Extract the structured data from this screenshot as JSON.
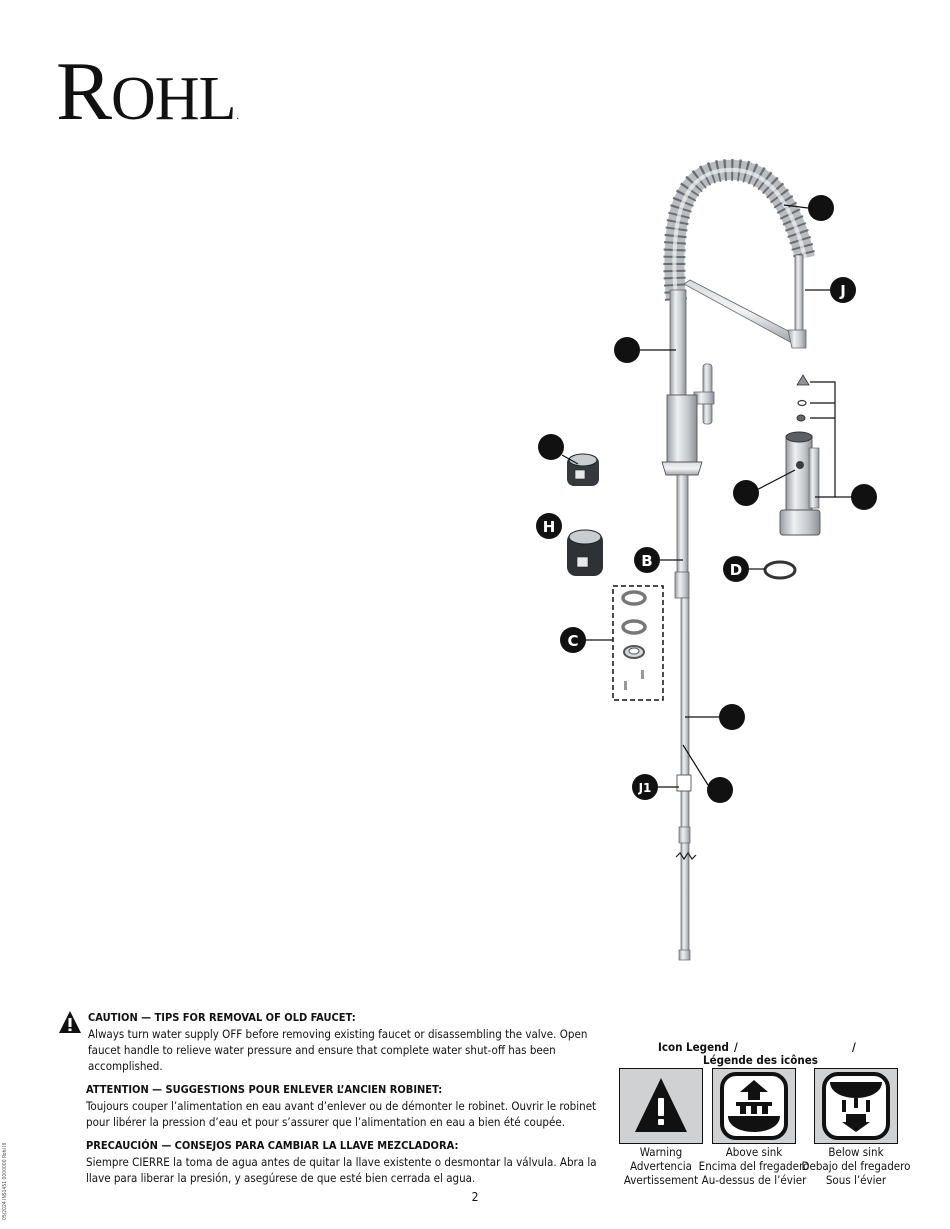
{
  "brand": {
    "logo_initial": "R",
    "logo_rest": "OHL",
    "logo_mark": "."
  },
  "diagram_labels": {
    "B": "B",
    "C": "C",
    "D": "D",
    "H": "H",
    "J": "J",
    "J1": "J1"
  },
  "caution": {
    "en_title": "CAUTION — TIPS FOR REMOVAL OF OLD FAUCET:",
    "en_text": "Always turn water supply OFF before removing existing faucet or disassembling the valve. Open faucet handle to relieve water pressure and ensure that complete water shut-off has been accomplished.",
    "fr_title": "ATTENTION — SUGGESTIONS POUR ENLEVER L’ANCIEN ROBINET:",
    "fr_text": "Toujours couper l’alimentation en eau avant d’enlever ou de démonter le robinet. Ouvrir le robinet pour libérer la pression d’eau et pour s’assurer que l’alimentation en eau a bien été coupée.",
    "es_title": "PRECAUCIÓN — CONSEJOS PARA CAMBIAR LA LLAVE MEZCLADORA:",
    "es_text": "Siempre CIERRE la toma de agua antes de quitar la llave existente o desmontar la válvula. Abra la llave para liberar la presión, y asegúrese de que esté bien cerrada el agua."
  },
  "legend": {
    "title_en": "Icon Legend",
    "title_fr": "Légende des icônes",
    "sep1": "/",
    "sep2": "/",
    "items": [
      {
        "icon": "warning-icon",
        "en": "Warning",
        "es": "Advertencia",
        "fr": "Avertissement"
      },
      {
        "icon": "above-sink-icon",
        "en": "Above sink",
        "es": "Encima del fregadero",
        "fr": "Au-dessus de l’évier"
      },
      {
        "icon": "below-sink-icon",
        "en": "Below sink",
        "es": "Debajo del fregadero",
        "fr": "Sous l’évier"
      }
    ]
  },
  "page_number": "2",
  "doc_code": "05/2024 INS1451 0000000 Rohl III"
}
